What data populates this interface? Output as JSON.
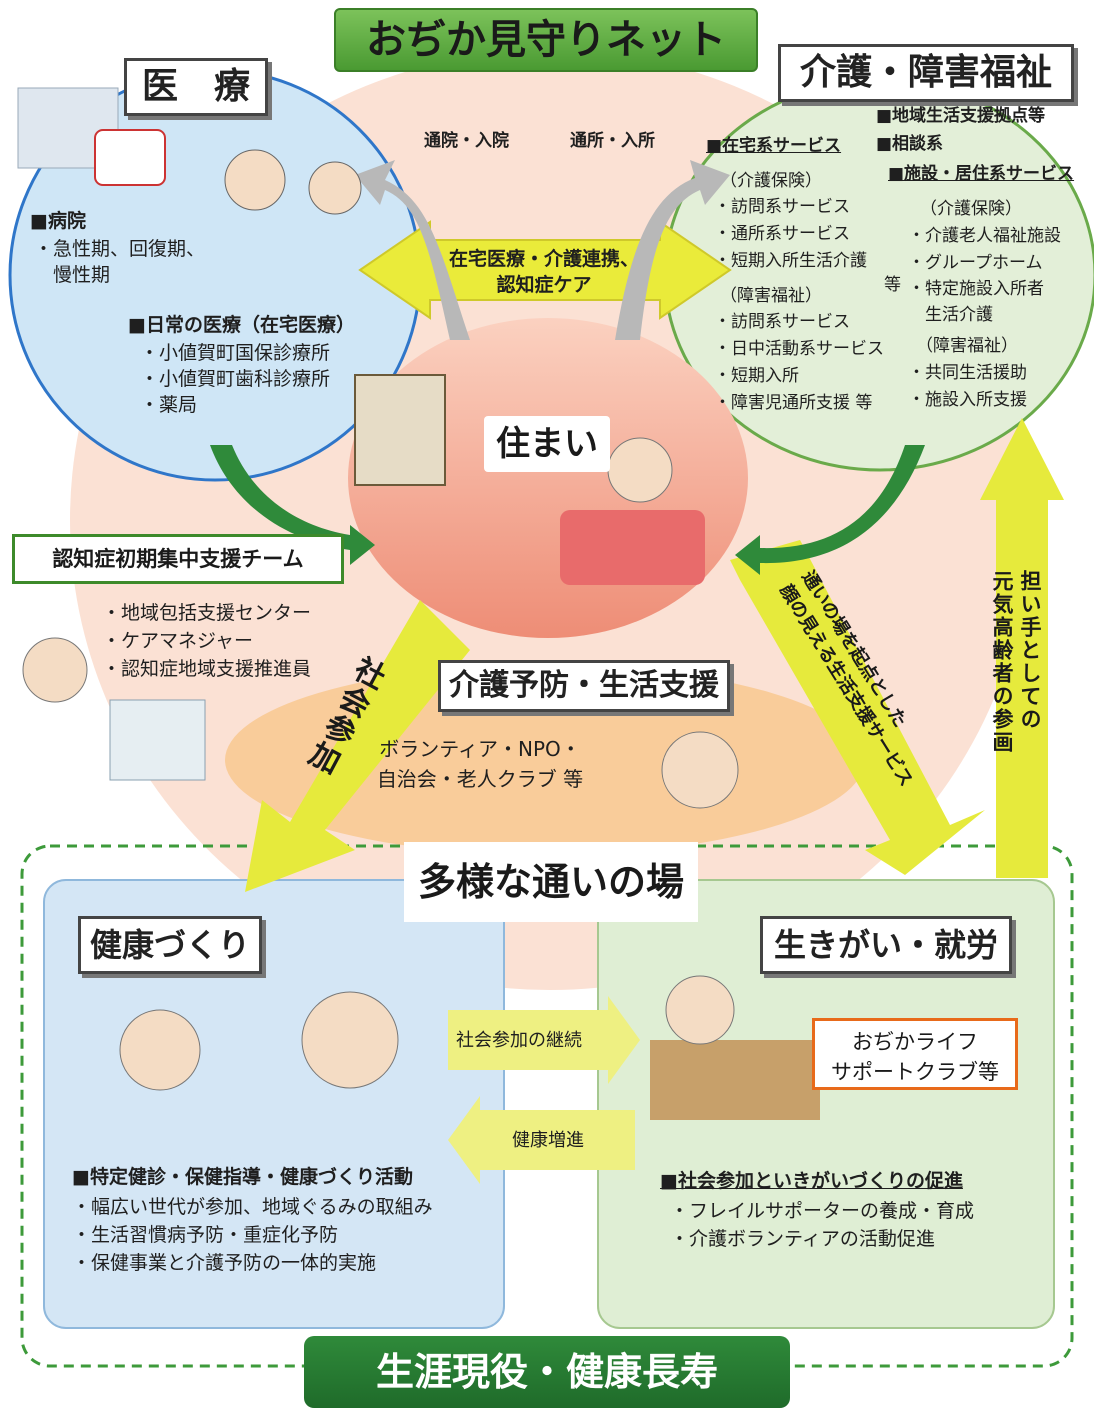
{
  "title": "おぢか見守りネット",
  "medical": {
    "heading": "医　療",
    "hospital_title": "■病院",
    "hospital_items": "・急性期、回復期、\n　慢性期",
    "daily_title": "■日常の医療（在宅医療）",
    "daily_items": [
      "・小値賀町国保診療所",
      "・小値賀町歯科診療所",
      "・薬局"
    ]
  },
  "care": {
    "heading": "介護・障害福祉",
    "top_right_1": "■地域生活支援拠点等",
    "top_right_2": "■相談系",
    "home_title": "■在宅系サービス",
    "home_items": [
      "（介護保険）",
      "・訪問系サービス",
      "・通所系サービス",
      "・短期入所生活介護",
      "　　　　　　　　　　等",
      "（障害福祉）",
      "・訪問系サービス",
      "・日中活動系サービス",
      "・短期入所",
      "・障害児通所支援 等"
    ],
    "facility_title": "■施設・居住系サービス",
    "facility_items": [
      "（介護保険）",
      "・介護老人福祉施設",
      "・グループホーム",
      "・特定施設入所者",
      "　生活介護",
      "（障害福祉）",
      "・共同生活援助",
      "・施設入所支援"
    ]
  },
  "arrows": {
    "visit_hospital": "通院・入院",
    "visit_facility": "通所・入所",
    "center_link": "在宅医療・介護連携、\n認知症ケア",
    "social": "社会参加",
    "daily_support": "通いの場を起点とした\n顔の見える生活支援サービス",
    "elders": "担い手としての\n元気高齢者の参画",
    "continue": "社会参加の継続",
    "health": "健康増進"
  },
  "home_label": "住まい",
  "dementia_team": "認知症初期集中支援チーム",
  "support_list": [
    "・地域包括支援センター",
    "・ケアマネジャー",
    "・認知症地域支援推進員"
  ],
  "prevention": {
    "heading": "介護予防・生活支援",
    "groups": "ボランティア・NPO・\n自治会・老人クラブ 等"
  },
  "place": "多様な通いの場",
  "health_area": {
    "heading": "健康づくり",
    "title": "■特定健診・保健指導・健康づくり活動",
    "items": [
      "・幅広い世代が参加、地域ぐるみの取組み",
      "・生活習慣病予防・重症化予防",
      "・保健事業と介護予防の一体的実施"
    ]
  },
  "work_area": {
    "heading": "生きがい・就労",
    "club": "おぢかライフ\nサポートクラブ等",
    "title": "■社会参加といきがいづくりの促進",
    "items": [
      "・フレイルサポーターの養成・育成",
      "・介護ボランティアの活動促進"
    ]
  },
  "banner": "生涯現役・健康長寿",
  "colors": {
    "green": "#3d8a2a",
    "yellow": "#e8ea3a",
    "peach": "#f9d7c8",
    "blue": "#cfe6f6",
    "lightgreen": "#dcecd0"
  }
}
